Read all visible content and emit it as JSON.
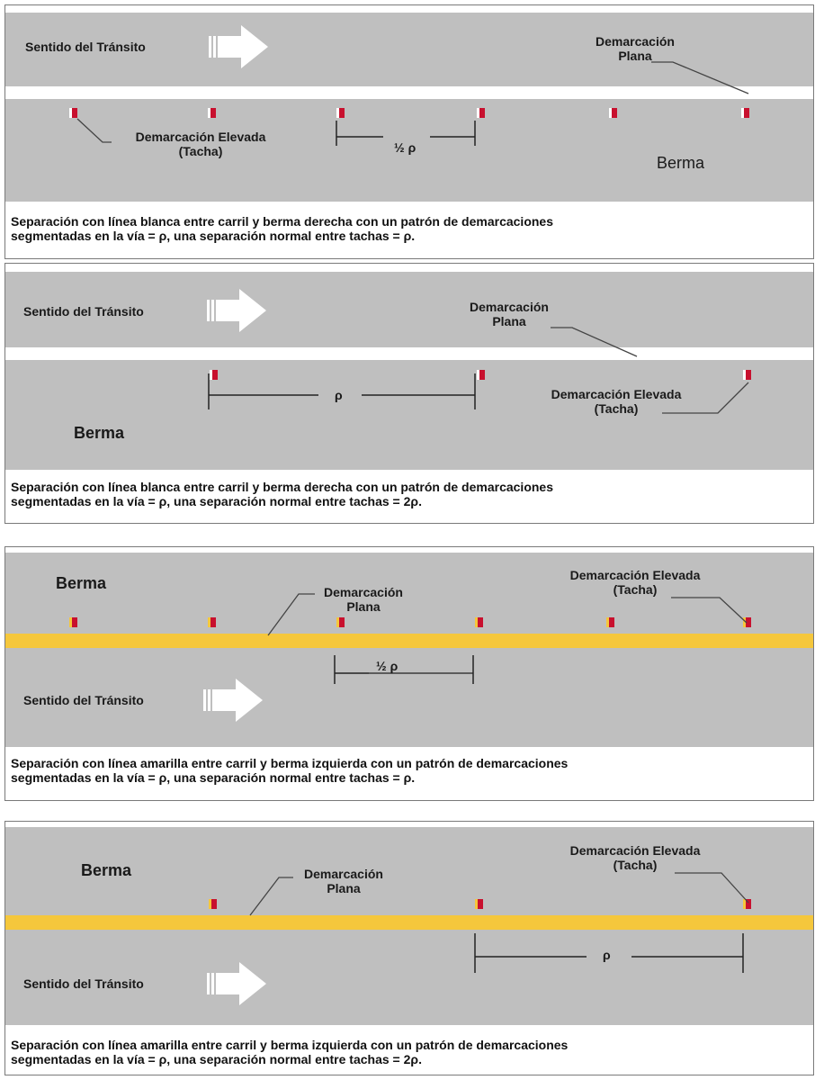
{
  "labels": {
    "sentido": "Sentido del Tránsito",
    "demarcacion": "Demarcación",
    "plana": "Plana",
    "demarcacion_elevada": "Demarcación Elevada",
    "tacha": "(Tacha)",
    "berma": "Berma",
    "half_p": "½ ρ",
    "p": "ρ"
  },
  "panels": [
    {
      "line_color": "white",
      "caption_line1": "Separación con línea blanca entre carril y berma derecha con un patrón de demarcaciones",
      "caption_line2": "segmentadas en la vía = ρ, una separación normal entre tachas = ρ."
    },
    {
      "line_color": "white",
      "caption_line1": "Separación con línea blanca entre carril y berma derecha con un patrón de demarcaciones",
      "caption_line2": "segmentadas en la vía = ρ, una separación normal entre tachas = 2ρ."
    },
    {
      "line_color": "yellow",
      "caption_line1": "Separación con línea amarilla entre carril y berma izquierda con un patrón de demarcaciones",
      "caption_line2": "segmentadas en la vía = ρ, una separación normal entre tachas = ρ."
    },
    {
      "line_color": "yellow",
      "caption_line1": "Separación con línea amarilla entre carril y berma izquierda con un patrón de demarcaciones",
      "caption_line2": "segmentadas en la vía = ρ, una separación normal entre tachas = 2ρ."
    }
  ],
  "colors": {
    "road": "#bfbfbf",
    "white_line": "#ffffff",
    "yellow_line": "#f5c73c",
    "tacha_red": "#c8102e",
    "tacha_white_side": "#ffffff",
    "tacha_yellow_side": "#f5c73c"
  }
}
